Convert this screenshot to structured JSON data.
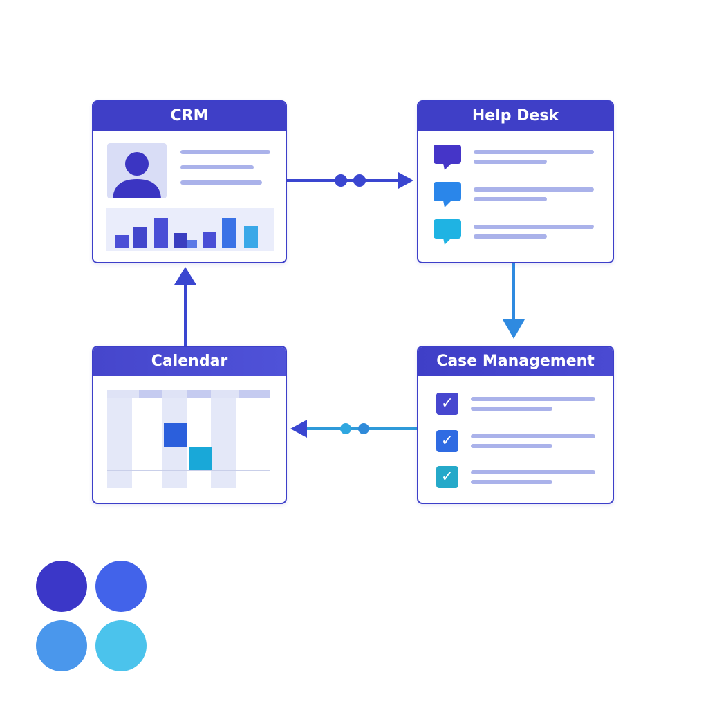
{
  "modules": {
    "crm": {
      "title": "CRM"
    },
    "helpdesk": {
      "title": "Help Desk"
    },
    "calendar": {
      "title": "Calendar"
    },
    "case": {
      "title": "Case Management"
    }
  },
  "icons": {
    "avatar": "person-icon",
    "chat": "chat-bubble-icon",
    "check": "checkbox-icon"
  },
  "colors": {
    "header": "#3f3fc7",
    "border": "#3d3fc9",
    "arrow_indigo": "#3a46d0",
    "arrow_blue": "#2f8ae0",
    "placeholder_line": "#aab2ea",
    "palette": [
      "#3b37c8",
      "#4263ea",
      "#4a97ec",
      "#4bc3ec"
    ]
  },
  "crm_bars": [
    {
      "value": 0.36,
      "color": "#4b4fd6"
    },
    {
      "value": 0.58,
      "color": "#4246cc"
    },
    {
      "value": 0.8,
      "color": "#4a4fd6"
    },
    {
      "value": 0.4,
      "color": "#3a3ec0"
    },
    {
      "value": 0.22,
      "color": "#5a78e6"
    },
    {
      "value": 0.42,
      "color": "#4a4fd6"
    },
    {
      "value": 0.82,
      "color": "#3a72e6"
    },
    {
      "value": 0.6,
      "color": "#3aa8e8"
    }
  ],
  "helpdesk_chat_colors": [
    "#4535c8",
    "#2a86ea",
    "#1fb3e3"
  ],
  "case_check_colors": [
    "#4747cf",
    "#2f6be2",
    "#25a9c9"
  ]
}
